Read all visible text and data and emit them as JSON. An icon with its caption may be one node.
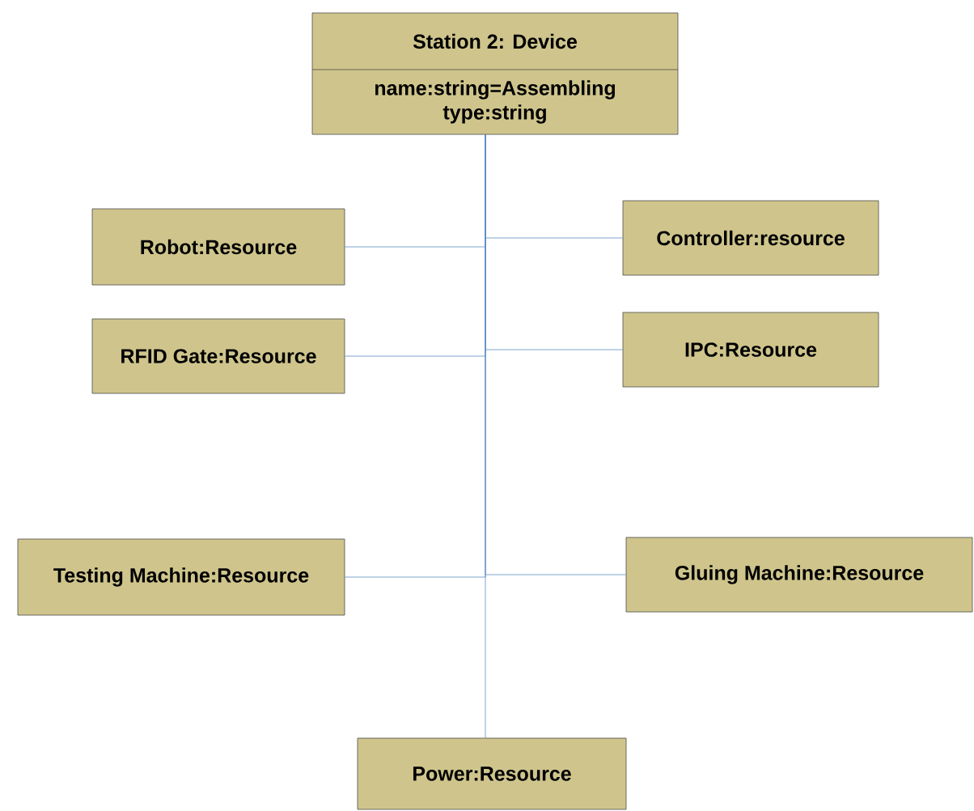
{
  "diagram": {
    "nodes": [
      {
        "text": [
          "Station 2: Device",
          "name:string=Assembling type:string"
        ]
      },
      {
        "text": [
          "Robot:Resource"
        ]
      },
      {
        "text": [
          "Controller:resource"
        ]
      },
      {
        "text": [
          "RFID Gate:Resource"
        ]
      },
      {
        "text": [
          "IPC:Resource"
        ]
      },
      {
        "text": [
          "Testing Machine:Resource"
        ]
      },
      {
        "text": [
          "Gluing Machine:Resource"
        ]
      },
      {
        "text": [
          "Power:Resource"
        ]
      }
    ],
    "edges": [
      {
        "from": 0,
        "to": 1,
        "arrow": "none"
      },
      {
        "from": 0,
        "to": 2,
        "arrow": "none"
      },
      {
        "from": 0,
        "to": 3,
        "arrow": "none"
      },
      {
        "from": 0,
        "to": 4,
        "arrow": "none"
      },
      {
        "from": 0,
        "to": 5,
        "arrow": "none"
      },
      {
        "from": 0,
        "to": 6,
        "arrow": "none"
      },
      {
        "from": 0,
        "to": 7,
        "arrow": "none"
      }
    ]
  }
}
